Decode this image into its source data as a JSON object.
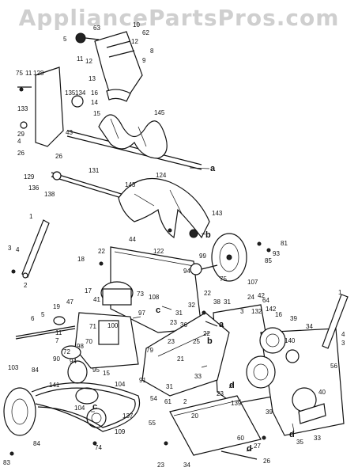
{
  "watermark": "AppliancePartsPros.com",
  "labels": [
    {
      "id": "n10",
      "t": "10"
    },
    {
      "id": "n62",
      "t": "62"
    },
    {
      "id": "n63",
      "t": "63"
    },
    {
      "id": "n12a",
      "t": "12"
    },
    {
      "id": "n5",
      "t": "5"
    },
    {
      "id": "n8",
      "t": "8"
    },
    {
      "id": "n11a",
      "t": "11"
    },
    {
      "id": "n12b",
      "t": "12"
    },
    {
      "id": "n9",
      "t": "9"
    },
    {
      "id": "n13",
      "t": "13"
    },
    {
      "id": "n16",
      "t": "16"
    },
    {
      "id": "n14",
      "t": "14"
    },
    {
      "id": "n15",
      "t": "15"
    },
    {
      "id": "n75a",
      "t": "75"
    },
    {
      "id": "n11b",
      "t": "11"
    },
    {
      "id": "n128",
      "t": "128"
    },
    {
      "id": "n135",
      "t": "135"
    },
    {
      "id": "n134",
      "t": "134"
    },
    {
      "id": "n133",
      "t": "133"
    },
    {
      "id": "n43",
      "t": "43"
    },
    {
      "id": "n29",
      "t": "29"
    },
    {
      "id": "n4a",
      "t": "4"
    },
    {
      "id": "n26a",
      "t": "26"
    },
    {
      "id": "n26b",
      "t": "26"
    },
    {
      "id": "n145",
      "t": "145"
    },
    {
      "id": "la",
      "t": "a"
    },
    {
      "id": "n129",
      "t": "129"
    },
    {
      "id": "n131",
      "t": "131"
    },
    {
      "id": "n136",
      "t": "136"
    },
    {
      "id": "n138",
      "t": "138"
    },
    {
      "id": "n143a",
      "t": "143"
    },
    {
      "id": "n124",
      "t": "124"
    },
    {
      "id": "n143b",
      "t": "143"
    },
    {
      "id": "lb",
      "t": "b"
    },
    {
      "id": "n1a",
      "t": "1"
    },
    {
      "id": "n44",
      "t": "44"
    },
    {
      "id": "n122",
      "t": "122"
    },
    {
      "id": "n81",
      "t": "81"
    },
    {
      "id": "n93",
      "t": "93"
    },
    {
      "id": "n85",
      "t": "85"
    },
    {
      "id": "n3a",
      "t": "3"
    },
    {
      "id": "n4b",
      "t": "4"
    },
    {
      "id": "n18",
      "t": "18"
    },
    {
      "id": "n22a",
      "t": "22"
    },
    {
      "id": "n99",
      "t": "99"
    },
    {
      "id": "n94",
      "t": "94"
    },
    {
      "id": "n75b",
      "t": "75"
    },
    {
      "id": "n107",
      "t": "107"
    },
    {
      "id": "n2a",
      "t": "2"
    },
    {
      "id": "n1b",
      "t": "1"
    },
    {
      "id": "n73",
      "t": "73"
    },
    {
      "id": "n108",
      "t": "108"
    },
    {
      "id": "n22b",
      "t": "22"
    },
    {
      "id": "n38",
      "t": "38"
    },
    {
      "id": "n31a",
      "t": "31"
    },
    {
      "id": "n17",
      "t": "17"
    },
    {
      "id": "n19",
      "t": "19"
    },
    {
      "id": "n47",
      "t": "47"
    },
    {
      "id": "n6",
      "t": "6"
    },
    {
      "id": "n5b",
      "t": "5"
    },
    {
      "id": "n11c",
      "t": "11"
    },
    {
      "id": "n7",
      "t": "7"
    },
    {
      "id": "n71",
      "t": "71"
    },
    {
      "id": "n100",
      "t": "100"
    },
    {
      "id": "n97",
      "t": "97"
    },
    {
      "id": "lc1",
      "t": "c"
    },
    {
      "id": "n32",
      "t": "32"
    },
    {
      "id": "n31b",
      "t": "31"
    },
    {
      "id": "n23a",
      "t": "23"
    },
    {
      "id": "la2",
      "t": "a"
    },
    {
      "id": "n22c",
      "t": "22"
    },
    {
      "id": "n36",
      "t": "36"
    },
    {
      "id": "n42",
      "t": "42"
    },
    {
      "id": "n64",
      "t": "64"
    },
    {
      "id": "n24",
      "t": "24"
    },
    {
      "id": "n142",
      "t": "142"
    },
    {
      "id": "n132",
      "t": "132"
    },
    {
      "id": "n3b",
      "t": "3"
    },
    {
      "id": "n16b",
      "t": "16"
    },
    {
      "id": "n39a",
      "t": "39"
    },
    {
      "id": "n34a",
      "t": "34"
    },
    {
      "id": "n4c",
      "t": "4"
    },
    {
      "id": "n3c",
      "t": "3"
    },
    {
      "id": "n140",
      "t": "140"
    },
    {
      "id": "n98",
      "t": "98"
    },
    {
      "id": "n72",
      "t": "72"
    },
    {
      "id": "n70",
      "t": "70"
    },
    {
      "id": "n90",
      "t": "90"
    },
    {
      "id": "n94b",
      "t": "94"
    },
    {
      "id": "n84a",
      "t": "84"
    },
    {
      "id": "n141",
      "t": "141"
    },
    {
      "id": "n95",
      "t": "95"
    },
    {
      "id": "n15b",
      "t": "15"
    },
    {
      "id": "n104a",
      "t": "104"
    },
    {
      "id": "n79",
      "t": "79"
    },
    {
      "id": "n23b",
      "t": "23"
    },
    {
      "id": "n25",
      "t": "25"
    },
    {
      "id": "lb2",
      "t": "b"
    },
    {
      "id": "n21",
      "t": "21"
    },
    {
      "id": "n91",
      "t": "91"
    },
    {
      "id": "n54",
      "t": "54"
    },
    {
      "id": "n61",
      "t": "61"
    },
    {
      "id": "n31c",
      "t": "31"
    },
    {
      "id": "n33a",
      "t": "33"
    },
    {
      "id": "n23c",
      "t": "23"
    },
    {
      "id": "ld1",
      "t": "d"
    },
    {
      "id": "n139",
      "t": "139"
    },
    {
      "id": "n56",
      "t": "56"
    },
    {
      "id": "n103",
      "t": "103"
    },
    {
      "id": "n83",
      "t": "83"
    },
    {
      "id": "n137",
      "t": "137"
    },
    {
      "id": "n104b",
      "t": "104"
    },
    {
      "id": "lc2",
      "t": "c"
    },
    {
      "id": "n109",
      "t": "109"
    },
    {
      "id": "n74",
      "t": "74"
    },
    {
      "id": "n84b",
      "t": "84"
    },
    {
      "id": "n2b",
      "t": "2"
    },
    {
      "id": "n20",
      "t": "20"
    },
    {
      "id": "n55",
      "t": "55"
    },
    {
      "id": "n39b",
      "t": "39"
    },
    {
      "id": "n40",
      "t": "40"
    },
    {
      "id": "n60",
      "t": "60"
    },
    {
      "id": "n27",
      "t": "27"
    },
    {
      "id": "ld2",
      "t": "d"
    },
    {
      "id": "n35",
      "t": "35"
    },
    {
      "id": "n33b",
      "t": "33"
    },
    {
      "id": "n23d",
      "t": "23"
    },
    {
      "id": "n34b",
      "t": "34"
    },
    {
      "id": "ld3",
      "t": "d"
    },
    {
      "id": "n26c",
      "t": "26"
    },
    {
      "id": "n41",
      "t": "41"
    }
  ]
}
